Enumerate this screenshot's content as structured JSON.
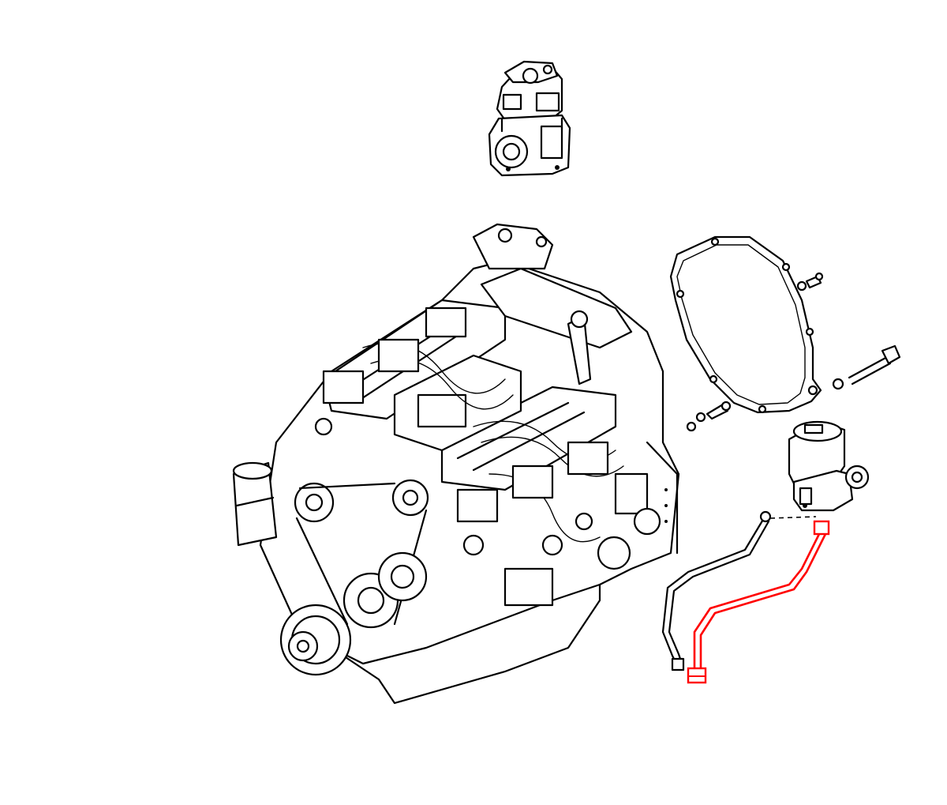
{
  "diagram": {
    "type": "exploded-parts-illustration",
    "background_color": "#ffffff",
    "line_color": "#000000",
    "highlight_color": "#ff0000",
    "parts": [
      {
        "id": "air-compressor",
        "highlighted": false
      },
      {
        "id": "engine-block",
        "highlighted": false
      },
      {
        "id": "flywheel-housing-gasket",
        "highlighted": false
      },
      {
        "id": "mounting-bolts-nuts",
        "highlighted": false
      },
      {
        "id": "fuel-pump-unit",
        "highlighted": false
      },
      {
        "id": "fuel-line-black",
        "highlighted": false
      },
      {
        "id": "fuel-line-red",
        "highlighted": true
      }
    ]
  }
}
